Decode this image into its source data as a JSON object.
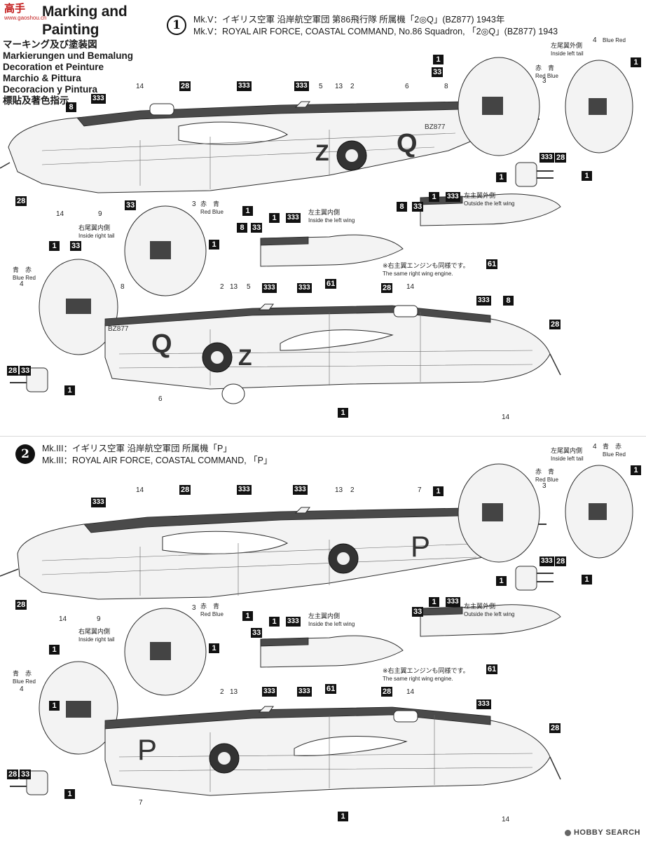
{
  "header": {
    "title_en": "Marking and Painting",
    "title_lines": [
      "マーキング及び塗装図",
      "Markierungen und Bemalung",
      "Decoration et Peinture",
      "Marchio & Pittura",
      "Decoracion y Pintura",
      "標貼及著色指示"
    ]
  },
  "watermark": {
    "logo_text": "高手",
    "url": "www.gaoshou.cn"
  },
  "schemes": [
    {
      "number": "1",
      "line_jp": "Mk.V：イギリス空軍 沿岸航空軍団 第86飛行隊 所属機「2◎Q」(BZ877) 1943年",
      "line_en": "Mk.V：ROYAL AIR FORCE, COASTAL COMMAND, No.86 Squadron, 「2◎Q」(BZ877) 1943",
      "fuselage_code_left": "Z",
      "fuselage_code_right": "Q",
      "serial": "BZ877"
    },
    {
      "number": "2",
      "line_jp": "Mk.III：イギリス空軍 沿岸航空軍団 所属機「P」",
      "line_en": "Mk.III：ROYAL AIR FORCE, COASTAL COMMAND, 「P」",
      "fuselage_code": "P"
    }
  ],
  "labels": {
    "left_tail_outside_jp": "左尾翼外側",
    "left_tail_outside_en": "Inside left tail",
    "left_tail_inside_jp": "左尾翼内側",
    "left_tail_inside_en": "Inside left tail",
    "right_tail_inside_jp": "右尾翼内側",
    "right_tail_inside_en": "Inside right tail",
    "left_wing_inside_jp": "左主翼内側",
    "left_wing_inside_en": "Inside the left wing",
    "left_wing_outside_jp": "左主翼外側",
    "left_wing_outside_en": "Outside the left wing",
    "red_blue_jp": "赤　青",
    "red_blue_en": "Red Blue",
    "blue_red_jp": "青　赤",
    "blue_red_en": "Blue Red",
    "engine_note_jp": "※右主翼エンジンも同様です。",
    "engine_note_en": "The same right wing engine."
  },
  "decal_numbers": [
    "1",
    "8",
    "28",
    "33",
    "61",
    "333"
  ],
  "callout_numbers": [
    "2",
    "3",
    "4",
    "5",
    "6",
    "7",
    "8",
    "9",
    "13",
    "14"
  ],
  "credit": "HOBBY SEARCH"
}
